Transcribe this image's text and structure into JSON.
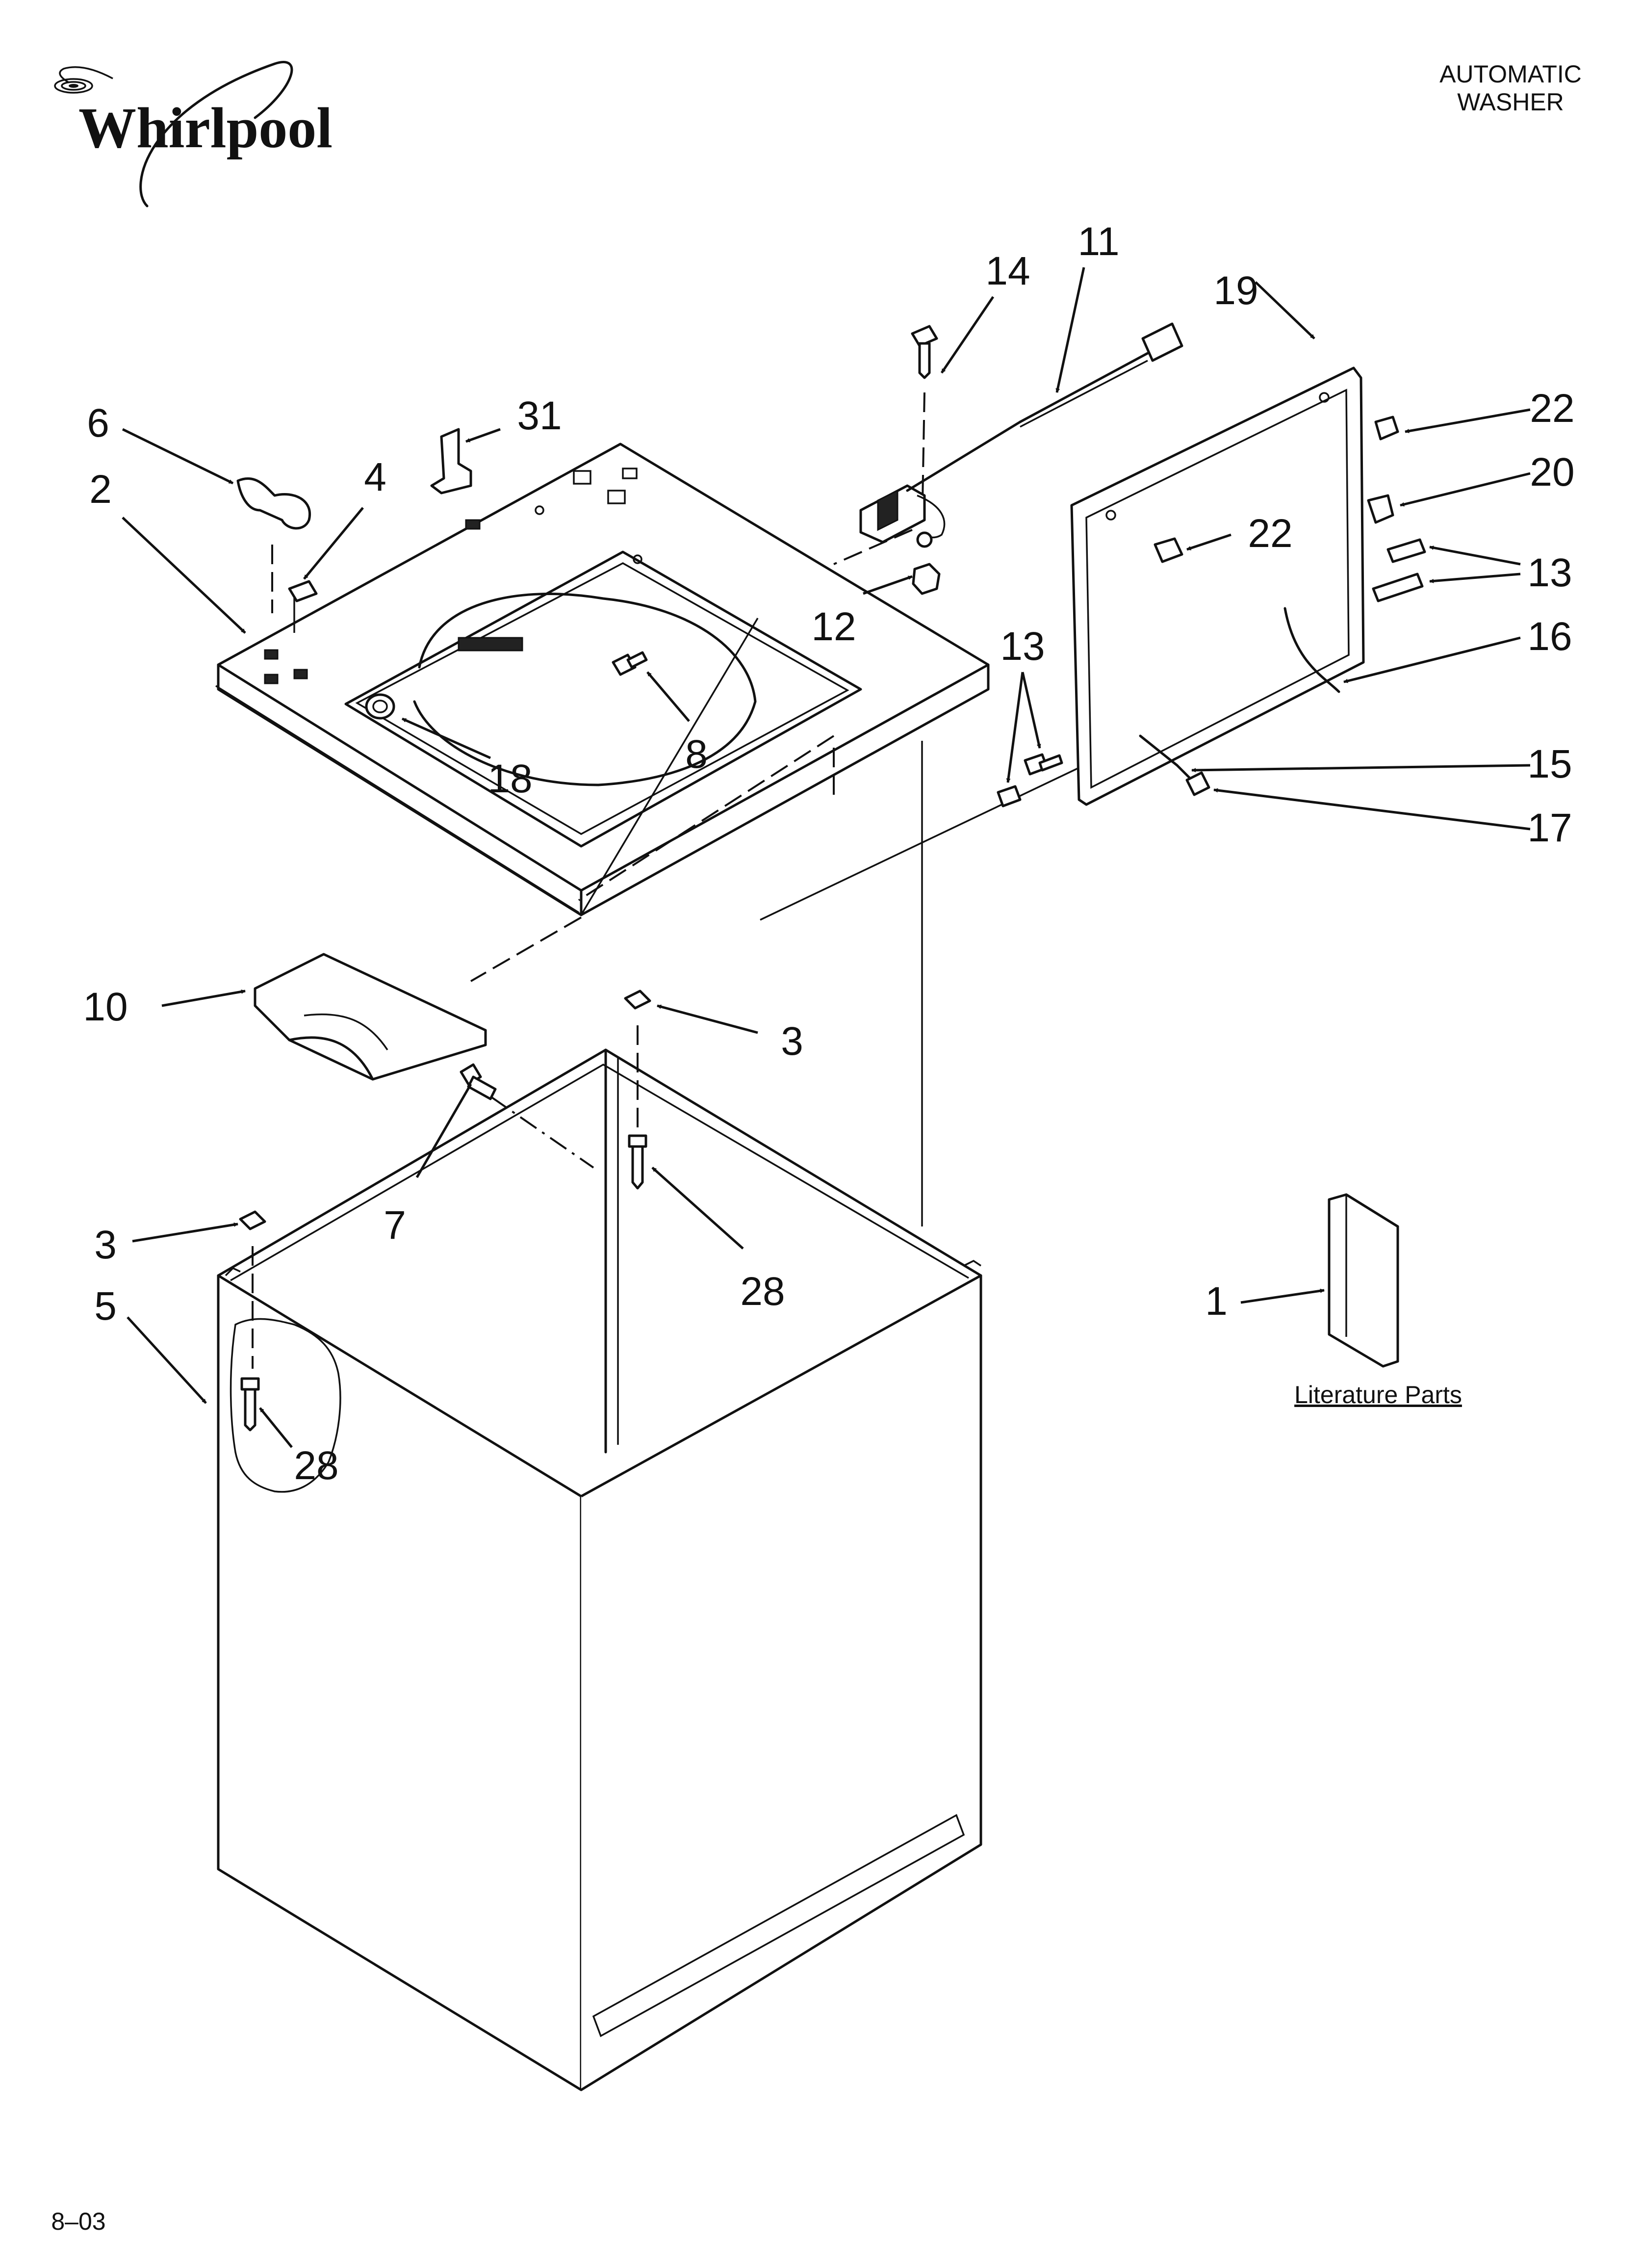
{
  "brand": {
    "logo_text": "Whirlpool"
  },
  "header": {
    "line1": "AUTOMATIC",
    "line2": "WASHER"
  },
  "callouts": {
    "c1": "1",
    "c2": "2",
    "c3a": "3",
    "c3b": "3",
    "c4": "4",
    "c5": "5",
    "c6": "6",
    "c7": "7",
    "c8": "8",
    "c10": "10",
    "c11": "11",
    "c12": "12",
    "c13a": "13",
    "c13b": "13",
    "c14": "14",
    "c15": "15",
    "c16": "16",
    "c17": "17",
    "c18": "18",
    "c19": "19",
    "c20": "20",
    "c22a": "22",
    "c22b": "22",
    "c28a": "28",
    "c28b": "28",
    "c31": "31"
  },
  "literature_label": "Literature Parts",
  "footer_code": "8–03"
}
